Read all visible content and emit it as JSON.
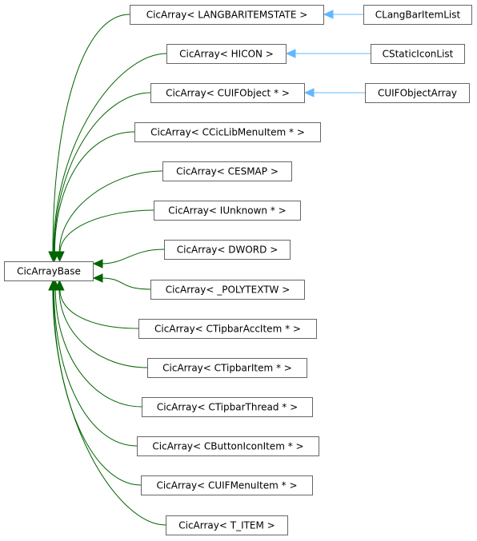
{
  "base": {
    "label": "CicArrayBase"
  },
  "templates": [
    {
      "id": "langbar",
      "label": "CicArray< LANGBARITEMSTATE >"
    },
    {
      "id": "hicon",
      "label": "CicArray< HICON >"
    },
    {
      "id": "uifobject",
      "label": "CicArray< CUIFObject * >"
    },
    {
      "id": "libmenu",
      "label": "CicArray< CCicLibMenuItem * >"
    },
    {
      "id": "cesmap",
      "label": "CicArray< CESMAP >"
    },
    {
      "id": "iunknown",
      "label": "CicArray< IUnknown * >"
    },
    {
      "id": "dword",
      "label": "CicArray< DWORD >"
    },
    {
      "id": "polytext",
      "label": "CicArray< _POLYTEXTW >"
    },
    {
      "id": "acc",
      "label": "CicArray< CTipbarAccItem * >"
    },
    {
      "id": "tipitem",
      "label": "CicArray< CTipbarItem * >"
    },
    {
      "id": "thread",
      "label": "CicArray< CTipbarThread * >"
    },
    {
      "id": "btnicon",
      "label": "CicArray< CButtonIconItem * >"
    },
    {
      "id": "uifmenu",
      "label": "CicArray< CUIFMenuItem * >"
    },
    {
      "id": "titem",
      "label": "CicArray< T_ITEM >"
    }
  ],
  "derived": [
    {
      "id": "clangbar",
      "label": "CLangBarItemList",
      "parent": "langbar"
    },
    {
      "id": "cstatic",
      "label": "CStaticIconList",
      "parent": "hicon"
    },
    {
      "id": "cuifarray",
      "label": "CUIFObjectArray",
      "parent": "uifobject"
    }
  ],
  "colors": {
    "inheritance_edge": "#006400",
    "derived_edge": "#63b8ff",
    "node_border": "#666666"
  }
}
